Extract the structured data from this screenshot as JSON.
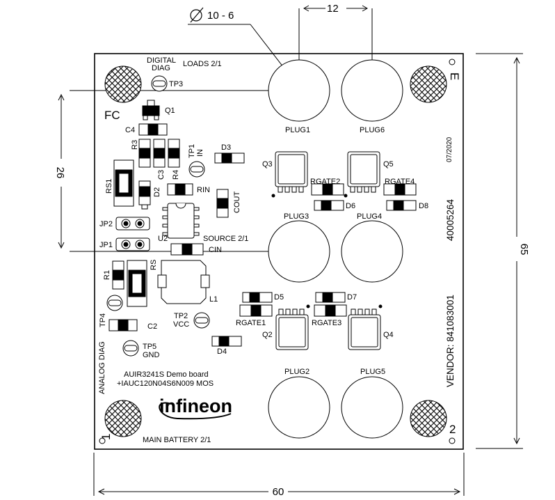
{
  "dimensions": {
    "hole": "10 - 6",
    "plug_spacing": "12",
    "height_left": "26",
    "height_right": "65",
    "width_bottom": "60"
  },
  "board": {
    "fc": "FC",
    "digital_diag_1": "DIGITAL",
    "digital_diag_2": "DIAG",
    "loads": "LOADS 2/1",
    "tp3": "TP3",
    "q1": "Q1",
    "c4": "C4",
    "r3": "R3",
    "c3": "C3",
    "r4": "R4",
    "tp1": "TP1",
    "in": "IN",
    "d3": "D3",
    "rs1": "RS1",
    "d2": "D2",
    "rin": "RIN",
    "cout": "COUT",
    "jp2": "JP2",
    "jp1": "JP1",
    "u2": "U2",
    "source": "SOURCE 2/1",
    "cin": "CIN",
    "r1": "R1",
    "rs": "RS",
    "l1": "L1",
    "tp4": "TP4",
    "c2": "C2",
    "tp2": "TP2",
    "vcc": "VCC",
    "tp5": "TP5",
    "gnd": "GND",
    "analog_diag": "ANALOG DIAG",
    "demo1": "AUIR3241S Demo board",
    "demo2": "+IAUC120N04S6N009 MOS",
    "brand": "infineon",
    "main_battery": "MAIN BATTERY 2/1",
    "plug1": "PLUG1",
    "plug6": "PLUG6",
    "plug3": "PLUG3",
    "plug4": "PLUG4",
    "plug2": "PLUG2",
    "plug5": "PLUG5",
    "q3": "Q3",
    "q5": "Q5",
    "q2": "Q2",
    "q4": "Q4",
    "rgate2": "RGATE2",
    "rgate4": "RGATE4",
    "rgate1": "RGATE1",
    "rgate3": "RGATE3",
    "d6": "D6",
    "d8": "D8",
    "d5": "D5",
    "d7": "D7",
    "d4": "D4",
    "date": "07/2020",
    "code1": "40005264",
    "vendor": "VENDOR: 841083001",
    "corner1": "1",
    "corner2": "2",
    "corner3": "E"
  }
}
